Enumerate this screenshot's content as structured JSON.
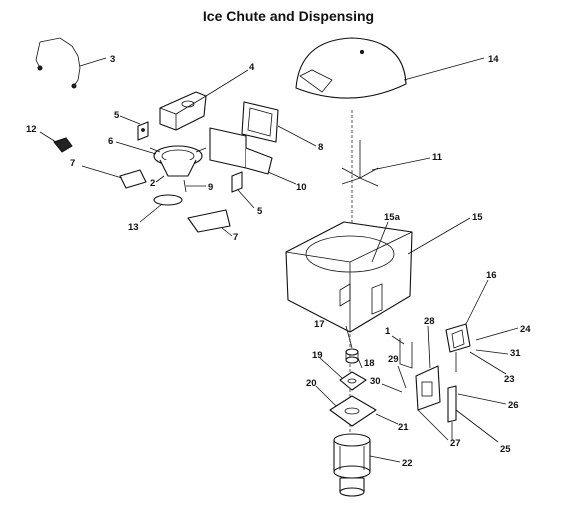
{
  "title": "Ice Chute and Dispensing",
  "callouts": {
    "p1": "1",
    "p2": "2",
    "p3": "3",
    "p4": "4",
    "p5a": "5",
    "p5b": "5",
    "p6": "6",
    "p7a": "7",
    "p7b": "7",
    "p8": "8",
    "p9": "9",
    "p10": "10",
    "p11": "11",
    "p12": "12",
    "p13": "13",
    "p14": "14",
    "p15": "15",
    "p15a": "15a",
    "p16": "16",
    "p17": "17",
    "p18": "18",
    "p19": "19",
    "p20": "20",
    "p21": "21",
    "p22": "22",
    "p23": "23",
    "p24": "24",
    "p25": "25",
    "p26": "26",
    "p27": "27",
    "p28": "28",
    "p29": "29",
    "p30": "30",
    "p31": "31"
  }
}
